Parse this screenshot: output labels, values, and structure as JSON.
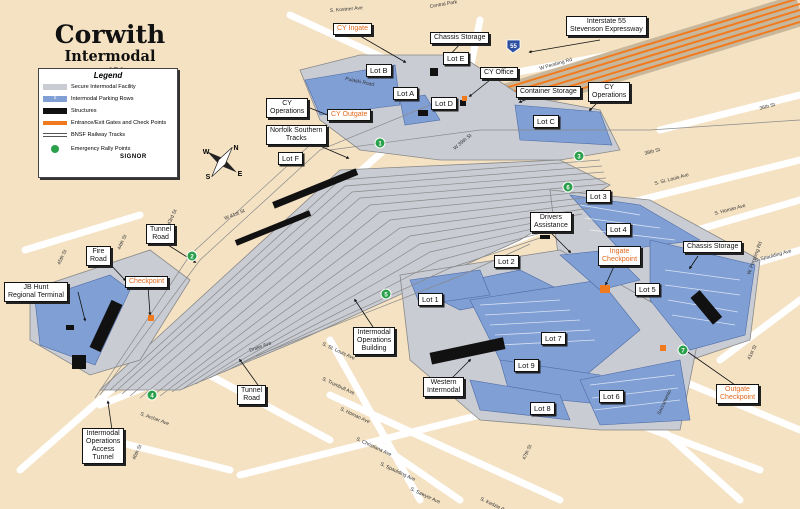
{
  "title": {
    "line1": "Corwith",
    "line2": "Intermodal Facility"
  },
  "legend": {
    "heading": "Legend",
    "items": [
      {
        "label": "Secure Intermodal Facility",
        "color": "#c9ccd3"
      },
      {
        "label": "Intermodal Parking Rows",
        "color": "#7f9fd5",
        "marker": "5"
      },
      {
        "label": "Structures",
        "color": "#111111"
      },
      {
        "label": "Entrance/Exit Gates and Check Points",
        "color": "#f07a1d"
      },
      {
        "label": "BNSF Railway Tracks",
        "color": "#555555"
      },
      {
        "label": "Emergency Rally Points",
        "color": "#2aa04a"
      }
    ]
  },
  "signor": "SIGNOR",
  "compass": {
    "n": "N",
    "s": "S",
    "e": "E",
    "w": "W"
  },
  "callouts": {
    "cy_ingate": "CY Ingate",
    "chassis_storage_top": "Chassis Storage",
    "i55_line1": "Interstate 55",
    "i55_line2": "Stevenson Expressway",
    "cy_office": "CY Office",
    "container_storage": "Container Storage",
    "cy_operations_right_1": "CY",
    "cy_operations_right_2": "Operations",
    "cy_operations_left_1": "CY",
    "cy_operations_left_2": "Operations",
    "cy_outgate": "CY Outgate",
    "norfolk_1": "Norfolk Southern",
    "norfolk_2": "Tracks",
    "tunnel_road_1_a": "Tunnel",
    "tunnel_road_1_b": "Road",
    "fire_road_a": "Fire",
    "fire_road_b": "Road",
    "jb_hunt_a": "JB Hunt",
    "jb_hunt_b": "Regional Terminal",
    "checkpoint": "Checkpoint",
    "drivers_a": "Drivers",
    "drivers_b": "Assistance",
    "chassis_storage_right": "Chassis Storage",
    "ingate_a": "Ingate",
    "ingate_b": "Checkpoint",
    "iob_a": "Intermodal",
    "iob_b": "Operations",
    "iob_c": "Building",
    "tunnel_road_2_a": "Tunnel",
    "tunnel_road_2_b": "Road",
    "western_a": "Western",
    "western_b": "Intermodal",
    "outgate_a": "Outgate",
    "outgate_b": "Checkpoint",
    "ioat_a": "Intermodal",
    "ioat_b": "Operations",
    "ioat_c": "Access",
    "ioat_d": "Tunnel"
  },
  "lots": {
    "b": "Lot B",
    "e": "Lot E",
    "a": "Lot A",
    "d": "Lot D",
    "c": "Lot C",
    "f": "Lot F",
    "l3": "Lot 3",
    "l4": "Lot 4",
    "l2": "Lot 2",
    "l5": "Lot 5",
    "l1": "Lot 1",
    "l7": "Lot 7",
    "l9": "Lot 9",
    "l8": "Lot 8",
    "l6": "Lot 6"
  },
  "rally_points": [
    "1",
    "2",
    "3",
    "4",
    "5",
    "6",
    "7"
  ],
  "shield": "55",
  "streets": {
    "pershing": "W. Pershing Rd",
    "st_louis_top": "S. St. Louis Ave",
    "homan_top": "S. Homan Ave",
    "spaulding_top": "S. Spaulding Ave",
    "w_41st_st": "W 41st St",
    "s_st_louis_bottom": "S. St. Louis Ave",
    "trumbull": "S. Trumbull Ave",
    "homan_bottom": "S. Homan Ave",
    "christiana": "S. Christiana Ave",
    "spaulding_bottom": "S. Spaulding Ave",
    "sawyer": "S. Sawyer Ave",
    "kedzie": "S. Kedzie Ave",
    "archer": "S. Archer Ave",
    "drake": "Drake Ave",
    "pulaski": "Pulaski Road",
    "kostner": "S. Kostner Ave",
    "w_38th": "38th St",
    "w_39th": "W 39th St",
    "s_41st": "41st St",
    "s_43rd": "43rd St",
    "s_44th": "44th St",
    "s_47th": "47th St",
    "s_45th": "45th St",
    "s_46th": "46th St",
    "s_36th": "36th St",
    "s_ave_h": "Ave H",
    "central_park": "Central Park",
    "sacramento": "Sacramento",
    "w_pershing": "W Pershing Rd"
  }
}
